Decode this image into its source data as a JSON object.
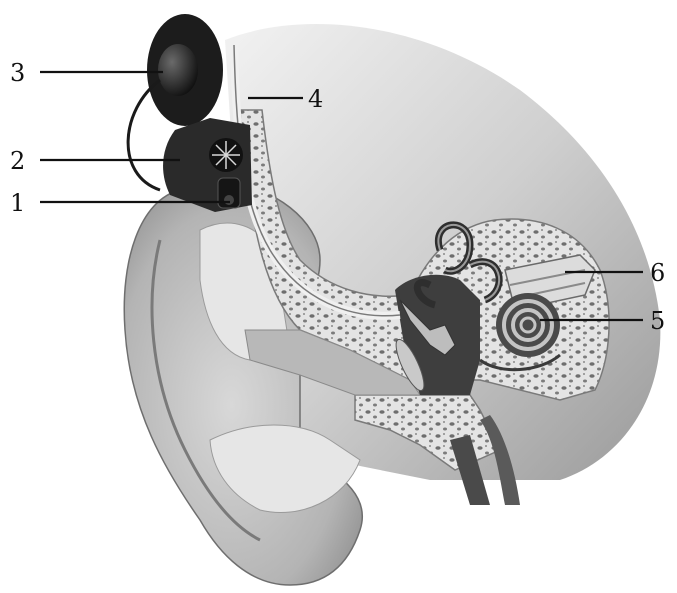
{
  "figure": {
    "callouts": [
      {
        "id": "1",
        "label": "1"
      },
      {
        "id": "2",
        "label": "2"
      },
      {
        "id": "3",
        "label": "3"
      },
      {
        "id": "4",
        "label": "4"
      },
      {
        "id": "5",
        "label": "5"
      },
      {
        "id": "6",
        "label": "6"
      }
    ]
  },
  "colors": {
    "background": "#ffffff",
    "skin": "#c8c8c8",
    "skin_dark": "#8e8e8e",
    "bone": "#e2e2e2",
    "bone_pore": "#7a7a7a",
    "device": "#2a2a2a",
    "canal": "#b0b0b0"
  }
}
